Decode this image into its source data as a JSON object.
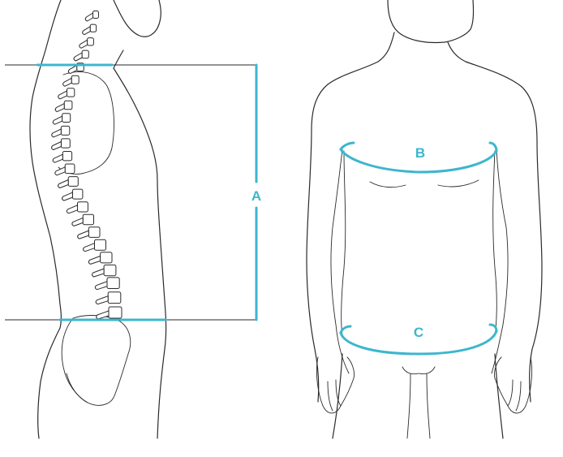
{
  "colors": {
    "measure": "#3db6ce",
    "outline": "#2a2a2a",
    "background": "#ffffff"
  },
  "labels": {
    "a": "A",
    "b": "B",
    "c": "C"
  }
}
